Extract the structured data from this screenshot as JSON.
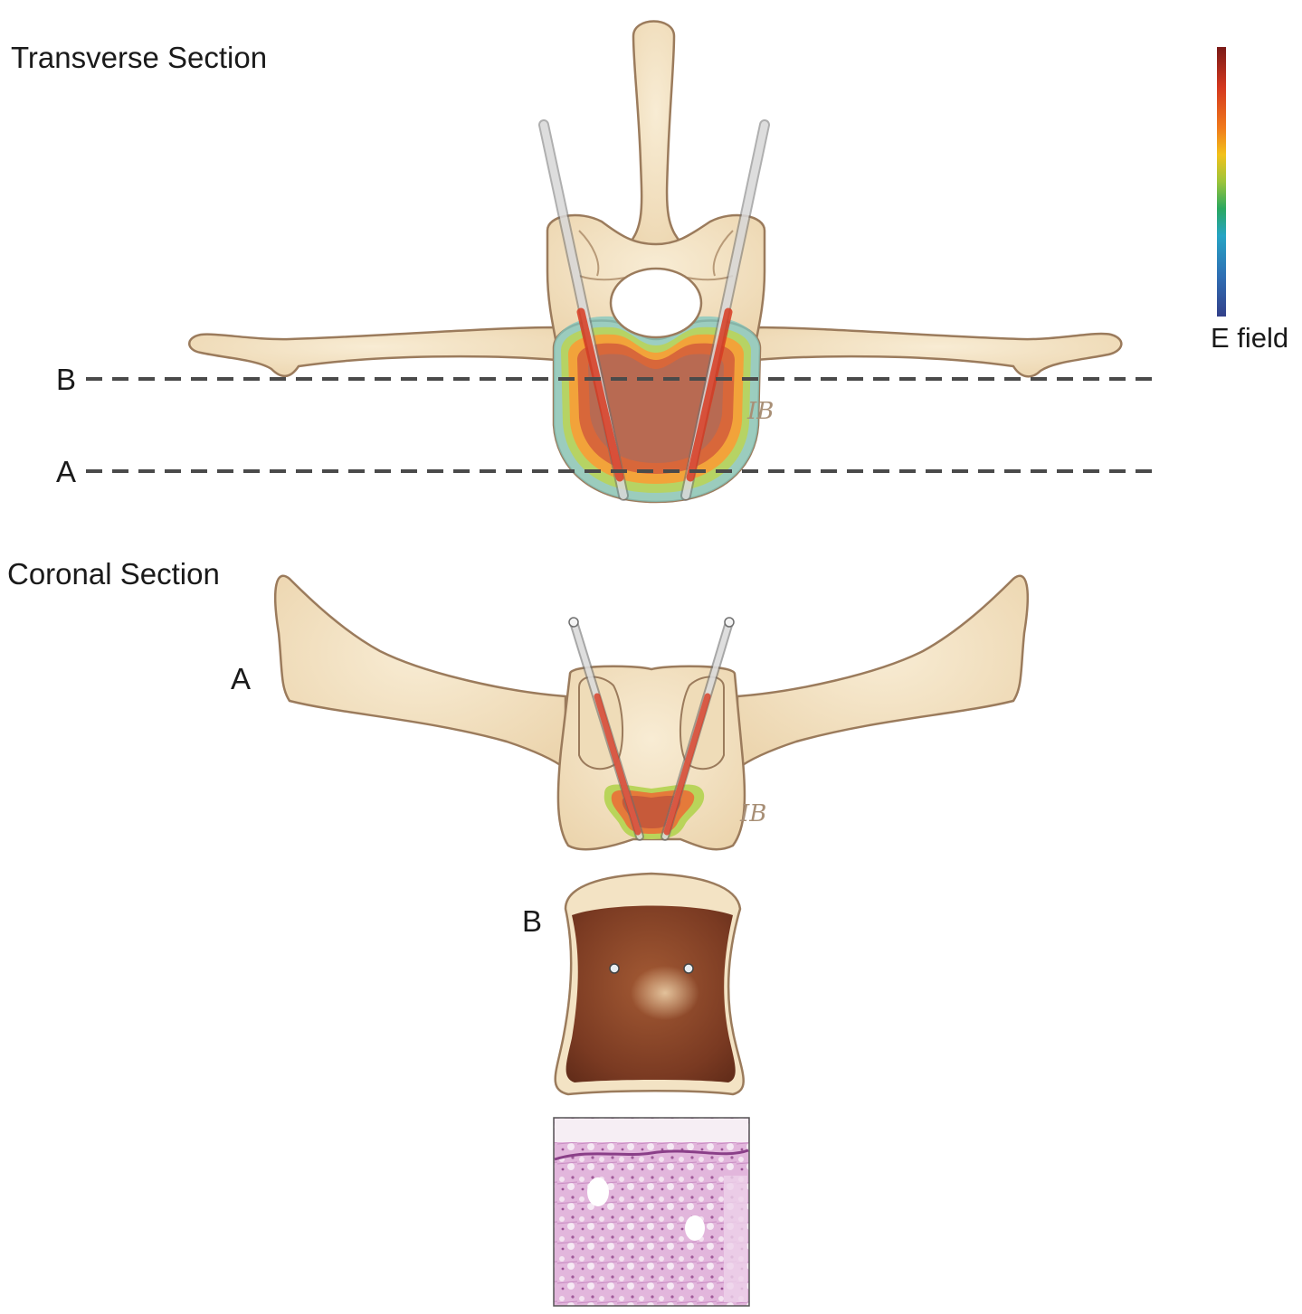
{
  "titles": {
    "transverse": "Transverse Section",
    "coronal": "Coronal Section"
  },
  "section_lines": {
    "b": "B",
    "a": "A"
  },
  "coronal_labels": {
    "a": "A",
    "b": "B"
  },
  "legend": {
    "label": "E field",
    "gradient": [
      "#7a1a18",
      "#d4381f",
      "#f07a1c",
      "#f2c21a",
      "#9cc43a",
      "#2aa860",
      "#26a4c4",
      "#2f6fb4",
      "#33408a"
    ]
  },
  "signature": "IB",
  "colors": {
    "bone": "#f3e3c4",
    "bone_outline": "#9b7b5c",
    "ablation_core": "#b86a52",
    "section_line": "#4a4a4a",
    "lesion_dark": "#7a3a22",
    "histology": "#d9a6d3"
  }
}
